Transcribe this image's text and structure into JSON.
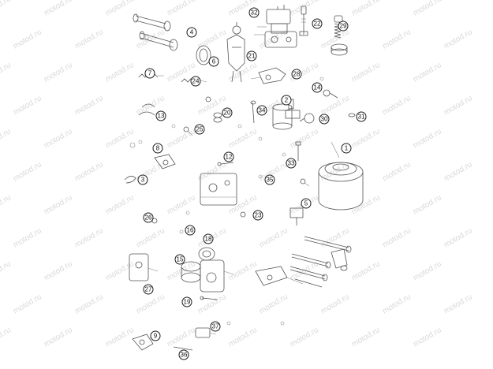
{
  "watermark": {
    "text": "motod.ru"
  },
  "callouts": [
    {
      "id": "c32",
      "label": "32"
    },
    {
      "id": "c22",
      "label": "22"
    },
    {
      "id": "c29",
      "label": "29"
    },
    {
      "id": "c4",
      "label": "4"
    },
    {
      "id": "c6",
      "label": "6"
    },
    {
      "id": "c21",
      "label": "21"
    },
    {
      "id": "c7",
      "label": "7"
    },
    {
      "id": "c24",
      "label": "24"
    },
    {
      "id": "c28",
      "label": "28"
    },
    {
      "id": "c14",
      "label": "14"
    },
    {
      "id": "c2",
      "label": "2"
    },
    {
      "id": "c34",
      "label": "34"
    },
    {
      "id": "c20",
      "label": "20"
    },
    {
      "id": "c13",
      "label": "13"
    },
    {
      "id": "c30",
      "label": "30"
    },
    {
      "id": "c31",
      "label": "31"
    },
    {
      "id": "c25a",
      "label": "25"
    },
    {
      "id": "c1",
      "label": "1"
    },
    {
      "id": "c8",
      "label": "8"
    },
    {
      "id": "c12",
      "label": "12"
    },
    {
      "id": "c33",
      "label": "33"
    },
    {
      "id": "c3",
      "label": "3"
    },
    {
      "id": "c35",
      "label": "35"
    },
    {
      "id": "c5",
      "label": "5"
    },
    {
      "id": "c23",
      "label": "23"
    },
    {
      "id": "c26",
      "label": "26"
    },
    {
      "id": "c16",
      "label": "16"
    },
    {
      "id": "c18",
      "label": "18"
    },
    {
      "id": "c15",
      "label": "15"
    },
    {
      "id": "c27",
      "label": "27"
    },
    {
      "id": "c19",
      "label": "19"
    },
    {
      "id": "c9",
      "label": "9"
    },
    {
      "id": "c37",
      "label": "37"
    },
    {
      "id": "c36",
      "label": "36"
    }
  ]
}
